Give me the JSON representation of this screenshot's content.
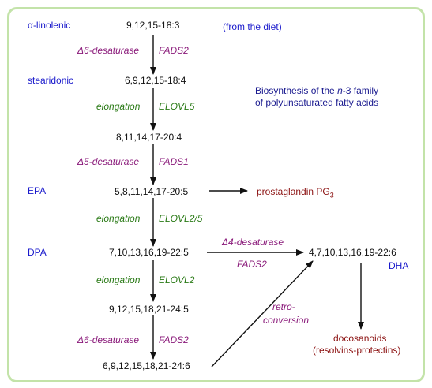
{
  "pathway": {
    "title_line1": "Biosynthesis of the n-3 family",
    "title_line2": "of polyunsaturated fatty acids",
    "diet_note": "(from the diet)",
    "names": {
      "alpha_linolenic": "α-linolenic",
      "stearidonic": "stearidonic",
      "epa": "EPA",
      "dpa": "DPA",
      "dha": "DHA"
    },
    "compounds": {
      "c18_3": "9,12,15-18:3",
      "c18_4": "6,9,12,15-18:4",
      "c20_4": "8,11,14,17-20:4",
      "c20_5": "5,8,11,14,17-20:5",
      "c22_5": "7,10,13,16,19-22:5",
      "c24_5": "9,12,15,18,21-24:5",
      "c24_6": "6,9,12,15,18,21-24:6",
      "c22_6": "4,7,10,13,16,19-22:6"
    },
    "steps": {
      "d6_desat_1": "Δ6-desaturase",
      "fads2_1": "FADS2",
      "elong_1": "elongation",
      "elovl5": "ELOVL5",
      "d5_desat": "Δ5-desaturase",
      "fads1": "FADS1",
      "elong_2": "elongation",
      "elovl2_5": "ELOVL2/5",
      "d4_desat": "Δ4-desaturase",
      "fads2_d4": "FADS2",
      "elong_3": "elongation",
      "elovl2": "ELOVL2",
      "d6_desat_2": "Δ6-desaturase",
      "fads2_2": "FADS2",
      "retro_1": "retro-",
      "retro_2": "conversion"
    },
    "products": {
      "prostaglandin": "prostaglandin PG",
      "prostaglandin_sub": "3",
      "docosanoids_1": "docosanoids",
      "docosanoids_2": "(resolvins-protectins)"
    }
  }
}
